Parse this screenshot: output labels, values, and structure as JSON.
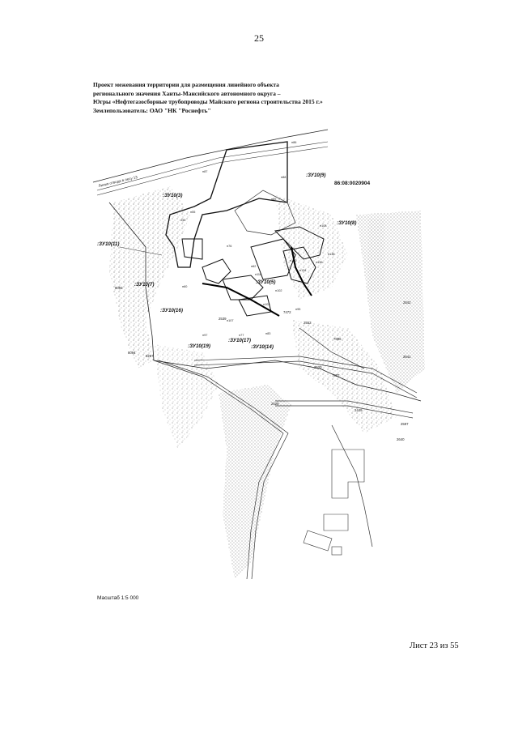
{
  "page_number": "25",
  "header_lines": [
    "Проект межевания территории для размещения линейного объекта",
    "регионального значения Ханты-Мансийского автономного округа –",
    "Югры  «Нефтегазосборные трубопроводы Майского региона строительства 2015 г.»",
    "Землепользователь:  ОАО \"НК \"Роснефть\""
  ],
  "map": {
    "cadastral_number": "86:08:0020904",
    "road_label": "Линия отвода в лесу 13",
    "parcels": [
      ":ЗУ10(9)",
      ":ЗУ10(3)",
      ":ЗУ10(8)",
      ":ЗУ10(11)",
      ":ЗУ10(7)",
      ":ЗУ10(5)",
      ":ЗУ10(16)",
      ":ЗУ10(19)",
      ":ЗУ10(17)",
      ":ЗУ10(14)"
    ],
    "contour_numbers": [
      "2542",
      "2541",
      "2528",
      "2620",
      "2539",
      "2449",
      "2597",
      "2640",
      "7886",
      "7887",
      "7472",
      "2553",
      "8094",
      "8093",
      "8297"
    ]
  },
  "scale_text": "Масштаб 1:5 000",
  "sheet_text": "Лист 23  из 55"
}
